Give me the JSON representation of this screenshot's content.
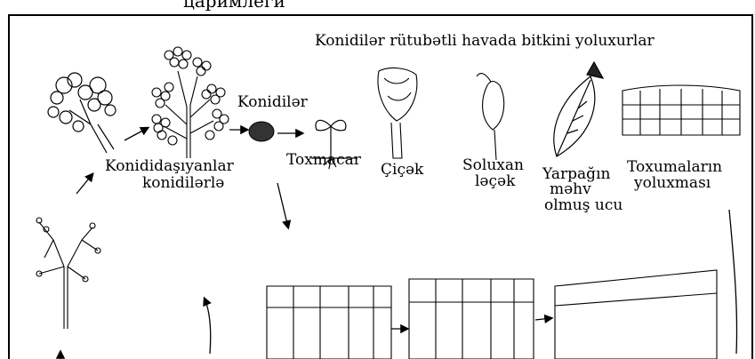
{
  "clipped_title": "царимлеги",
  "header": "Konidilər rütubətli havada bitkini yoluxurlar",
  "labels": {
    "conidia": "Konidilər",
    "conidiophores_1": "Konididaşıyanlar",
    "conidiophores_2": "konidilərlə",
    "seedling": "Toxmacar",
    "flower": "Çiçək",
    "wilted_1": "Soluxan",
    "wilted_2": "ləçək",
    "leaf_1": "Yarpağın",
    "leaf_2": "məhv",
    "leaf_3": "olmuş ucu",
    "tissue_1": "Toxumaların",
    "tissue_2": "yoluxması"
  }
}
